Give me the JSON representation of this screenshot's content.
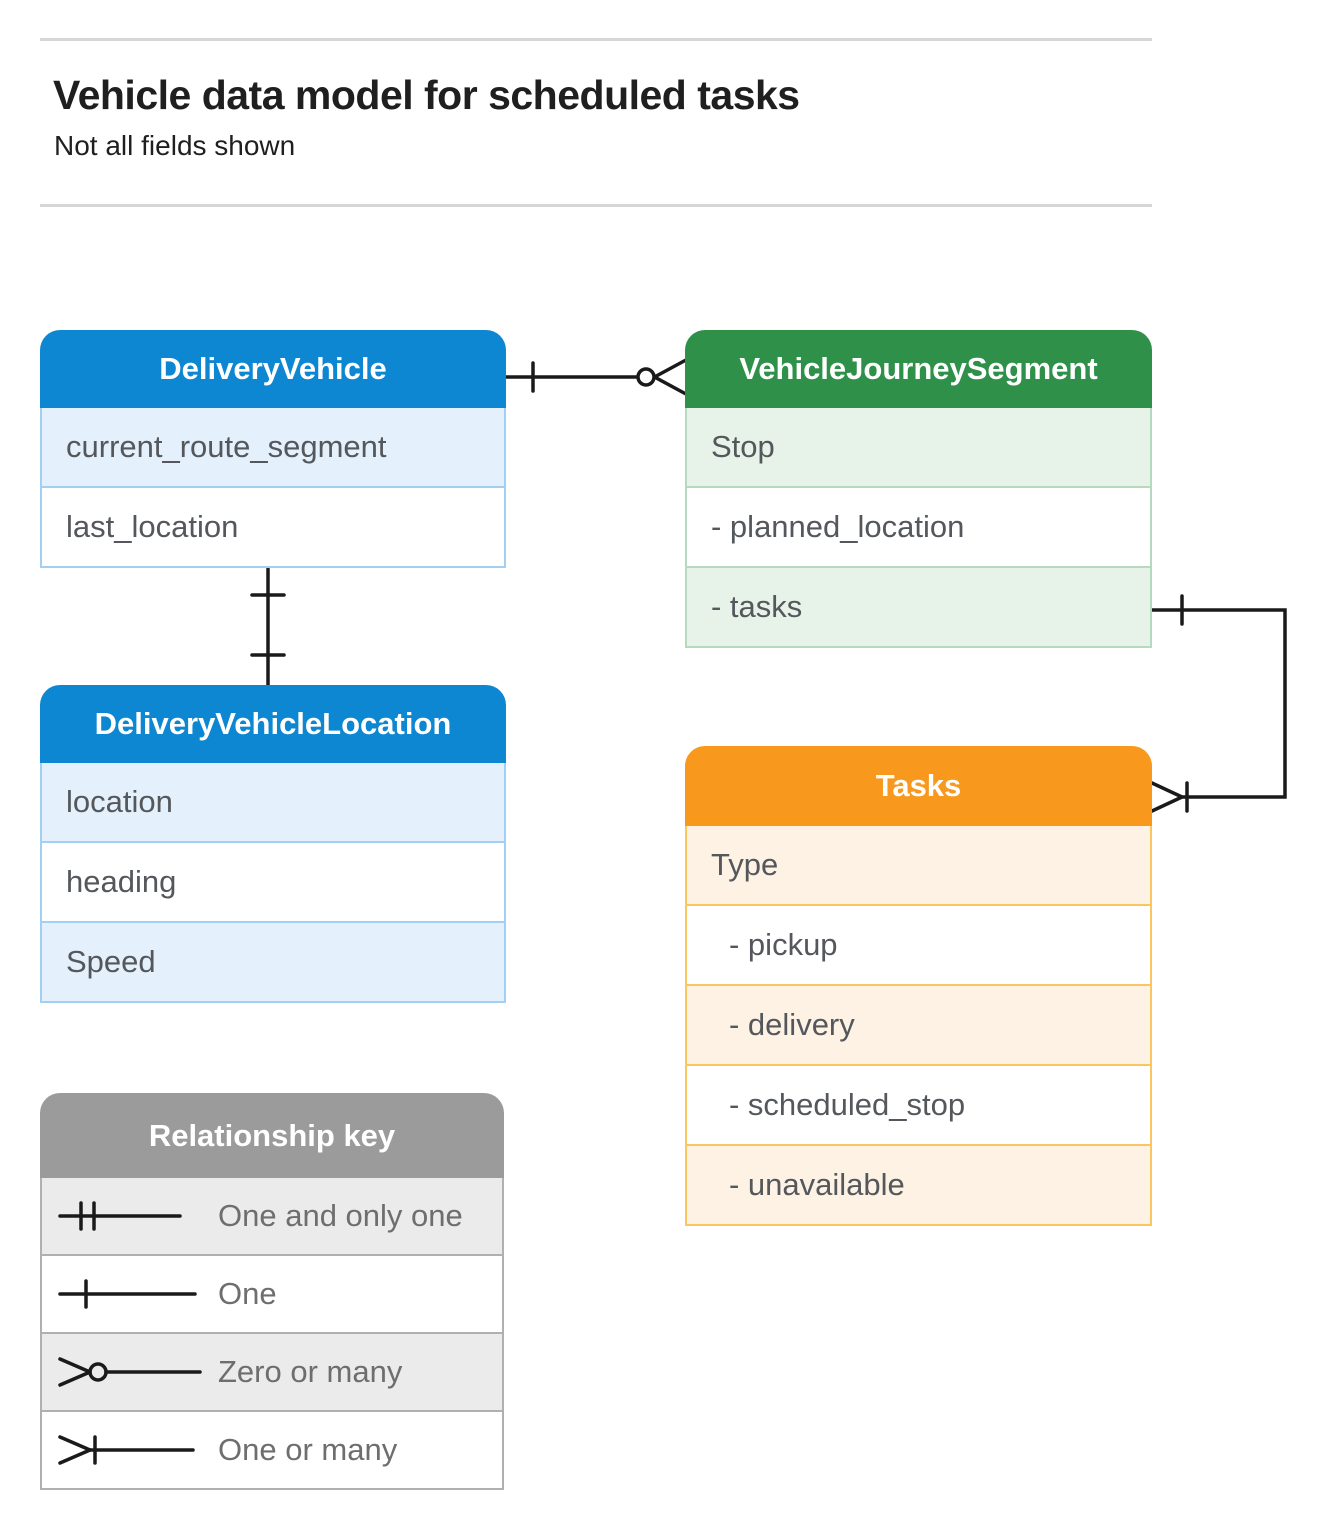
{
  "page": {
    "title": "Vehicle data model for scheduled tasks",
    "subtitle": "Not all fields shown"
  },
  "colors": {
    "blue": "#0d87d1",
    "blue_light": "#e4f0fb",
    "blue_border": "#a3cff3",
    "green": "#2f9149",
    "green_light": "#e7f2e9",
    "green_border": "#b5dabf",
    "orange": "#f8991d",
    "orange_light": "#fdf2e3",
    "orange_border": "#fbc661",
    "gray": "#9b9b9b",
    "gray_light": "#ebebeb",
    "gray_border": "#b0b0b0",
    "line": "#1a1a1a",
    "row_text": "#54575b",
    "legend_text": "#6e6e6e",
    "title_text": "#1f1f1f",
    "divider": "#d6d6d6"
  },
  "entities": {
    "delivery_vehicle": {
      "title": "DeliveryVehicle",
      "rows": [
        "current_route_segment",
        "last_location"
      ]
    },
    "vehicle_journey_segment": {
      "title": "VehicleJourneySegment",
      "rows": [
        "Stop",
        "- planned_location",
        "- tasks"
      ]
    },
    "delivery_vehicle_location": {
      "title": "DeliveryVehicleLocation",
      "rows": [
        "location",
        "heading",
        "Speed"
      ]
    },
    "tasks": {
      "title": "Tasks",
      "rows": [
        "Type",
        "- pickup",
        "- delivery",
        "- scheduled_stop",
        "- unavailable"
      ]
    }
  },
  "relationships": [
    {
      "from": "DeliveryVehicle",
      "from_cardinality": "one",
      "to": "VehicleJourneySegment",
      "to_cardinality": "zero or many"
    },
    {
      "from": "DeliveryVehicle",
      "from_cardinality": "one",
      "to": "DeliveryVehicleLocation",
      "to_cardinality": "one"
    },
    {
      "from": "VehicleJourneySegment (tasks)",
      "from_cardinality": "one",
      "to": "Tasks",
      "to_cardinality": "one or many"
    }
  ],
  "legend": {
    "title": "Relationship key",
    "items": [
      {
        "symbol": "one-and-only-one",
        "label": "One and only one"
      },
      {
        "symbol": "one",
        "label": "One"
      },
      {
        "symbol": "zero-or-many",
        "label": "Zero or many"
      },
      {
        "symbol": "one-or-many",
        "label": "One or many"
      }
    ]
  }
}
